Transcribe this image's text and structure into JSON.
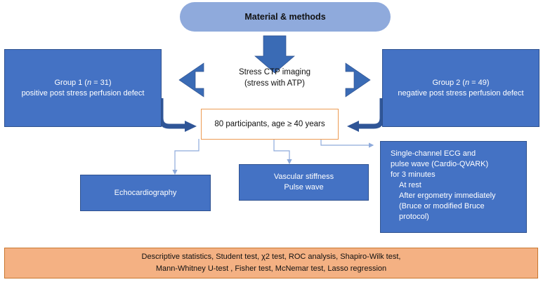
{
  "diagram": {
    "title": "Material & methods",
    "colors": {
      "banner": "#8FAADC",
      "box_blue": "#4472C4",
      "box_blue_border": "#2F528F",
      "orange_fill": "#F4B183",
      "orange_border": "#ED9B54",
      "arrow_blue": "#2E5FA3",
      "thin_arrow": "#8EAADB"
    },
    "header": {
      "label": "Material & methods"
    },
    "center": {
      "line1": "Stress CTP imaging",
      "line2": "(stress with ATP)"
    },
    "group1": {
      "line1_prefix": "Group 1 (",
      "line1_italic": "n",
      "line1_suffix": " = 31)",
      "line1_full": "Group 1 (n = 31)",
      "line2": "positive post stress perfusion defect"
    },
    "group2": {
      "line1_prefix": "Group 2 (",
      "line1_italic": "n",
      "line1_suffix": " = 49)",
      "line1_full": "Group 2 (n = 49)",
      "line2": "negative post stress perfusion defect"
    },
    "participants": {
      "label": "80 participants, age ≥ 40 years"
    },
    "echo": {
      "label": "Echocardiography"
    },
    "vascular": {
      "line1": "Vascular stiffness",
      "line2": "Pulse wave"
    },
    "ecg": {
      "line1": "Single-channel ECG and",
      "line2": "pulse wave (Cardio-QVARK)",
      "line3": "for 3 minutes",
      "line4": "At rest",
      "line5": "After ergometry immediately",
      "line6": "(Bruce or modified Bruce",
      "line7": "protocol)"
    },
    "statistics": {
      "line1": "Descriptive statistics, Student test, χ2 test, ROC analysis, Shapiro-Wilk test,",
      "line2": "Mann-Whitney U-test , Fisher test, McNemar test, Lasso regression"
    }
  }
}
